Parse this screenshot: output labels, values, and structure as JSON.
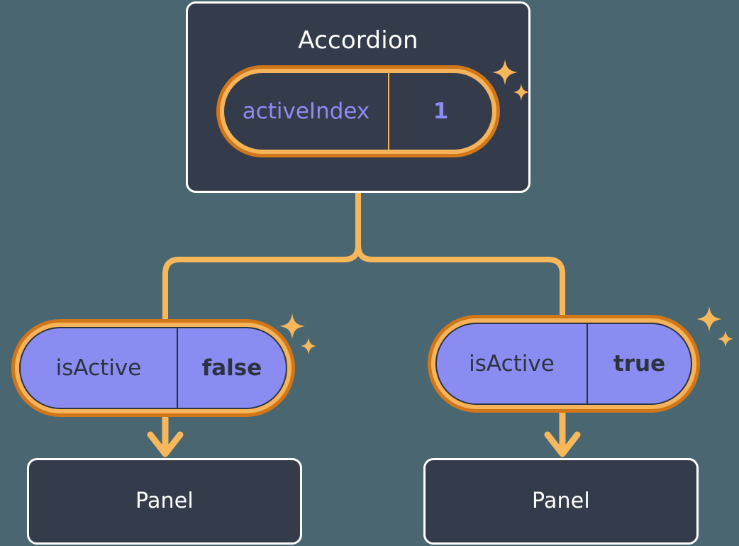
{
  "theme": {
    "background": "#4a6670",
    "card_fill": "#343b4a",
    "card_border": "#ffffff",
    "ring_outer": "#d2761a",
    "ring_inner": "#f5b45a",
    "pill_purple": "#8b8cf2",
    "accent_text": "#8b8cf2",
    "dark_text": "#2c3340",
    "connector": "#f7b85c",
    "sparkle": "#f7b85c"
  },
  "diagram": {
    "type": "component-state-tree",
    "root": {
      "title": "Accordion",
      "state": {
        "key": "activeIndex",
        "value": "1"
      }
    },
    "children": [
      {
        "state": {
          "key": "isActive",
          "value": "false"
        },
        "child": {
          "title": "Panel"
        }
      },
      {
        "state": {
          "key": "isActive",
          "value": "true"
        },
        "child": {
          "title": "Panel"
        }
      }
    ]
  },
  "icons": {
    "sparkle_large": "sparkle-four-point-icon",
    "sparkle_small": "sparkle-four-point-small-icon",
    "arrow": "arrow-down-icon"
  }
}
